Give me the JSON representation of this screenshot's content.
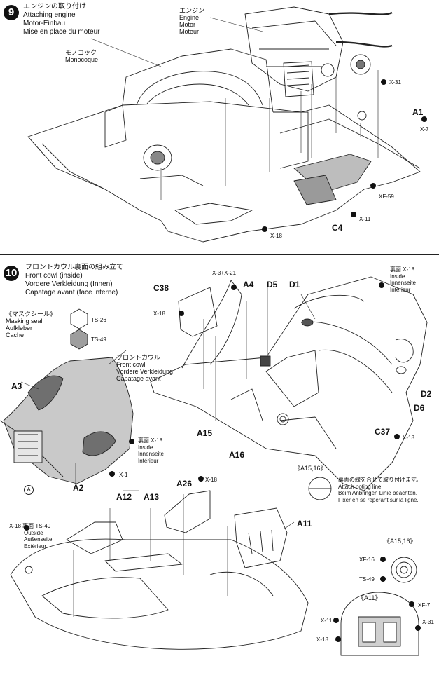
{
  "step9": {
    "number": "9",
    "title_lines": [
      "エンジンの取り付け",
      "Attaching engine",
      "Motor-Einbau",
      "Mise en place du moteur"
    ],
    "engine_label": [
      "エンジン",
      "Engine",
      "Motor",
      "Moteur"
    ],
    "monocoque_label": [
      "モノコック",
      "Monocoque"
    ],
    "parts": [
      "A1",
      "C4"
    ],
    "screws": [
      "X-31",
      "X-7",
      "XF-59",
      "X-11",
      "X-18"
    ]
  },
  "step10": {
    "number": "10",
    "title_lines": [
      "フロントカウル裏面の組み立て",
      "Front cowl (inside)",
      "Vordere Verkleidung (Innen)",
      "Capatage avant (face interne)"
    ],
    "masking_seal": [
      "《マスクシール》",
      "Masking seal",
      "Aufkleber",
      "Cache"
    ],
    "paints": [
      "TS-26",
      "TS-49"
    ],
    "front_cowl": [
      "フロントカウル",
      "Front cowl",
      "Vordere Verkleidung",
      "Capatage avant"
    ],
    "inside_left": [
      "裏面",
      "X-18",
      "Inside",
      "Innenseite",
      "Intérieur"
    ],
    "inside_right": [
      "裏面",
      "X-18",
      "Inside",
      "Innenseite",
      "Intérieur"
    ],
    "outside": [
      "X-18",
      "裏面",
      "TS-49",
      "Outside",
      "Außenseite",
      "Extérieur"
    ],
    "attach_note_title": "《A15,16》",
    "attach_note": [
      "裏面の線を合せて取り付けます。",
      "Attach noting line.",
      "Beim Anbringen Linie beachten.",
      "Fixer en se repérant sur la ligne."
    ],
    "detail_a15_title": "《A15,16》",
    "detail_a11_title": "《A11》",
    "circle_a": "A",
    "parts": [
      "C38",
      "A4",
      "D5",
      "D1",
      "A3",
      "A2",
      "A15",
      "A16",
      "C37",
      "D2",
      "D6",
      "A12",
      "A13",
      "A26",
      "A11"
    ],
    "screws": [
      "X-3+X-21",
      "X-18",
      "X-1",
      "X-18",
      "XF-16",
      "TS-49",
      "XF-7",
      "X-11",
      "X-31",
      "X-18"
    ]
  }
}
